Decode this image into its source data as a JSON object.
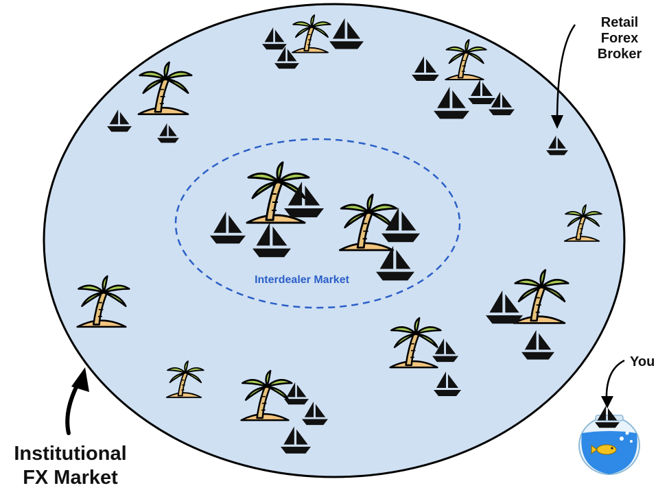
{
  "labels": {
    "retail_line1": "Retail",
    "retail_line2": "Forex",
    "retail_line3": "Broker",
    "you": "You",
    "institutional_line1": "Institutional",
    "institutional_line2": "FX Market",
    "interdealer": "Interdealer Market"
  },
  "colors": {
    "ocean": "#cfe0f2",
    "outline": "#000000",
    "interdealer_ring": "#2b5fc7",
    "palm_leaf": "#a8cc55",
    "trunk": "#e8c27a",
    "sand": "#f2c47e",
    "boat": "#111111",
    "bowl_water": "#2e8ae6",
    "fish": "#f4c21e"
  },
  "icons": [
    "palm-island-icon",
    "sailboat-icon",
    "fishbowl-icon",
    "fish-icon",
    "arrow-icon"
  ]
}
